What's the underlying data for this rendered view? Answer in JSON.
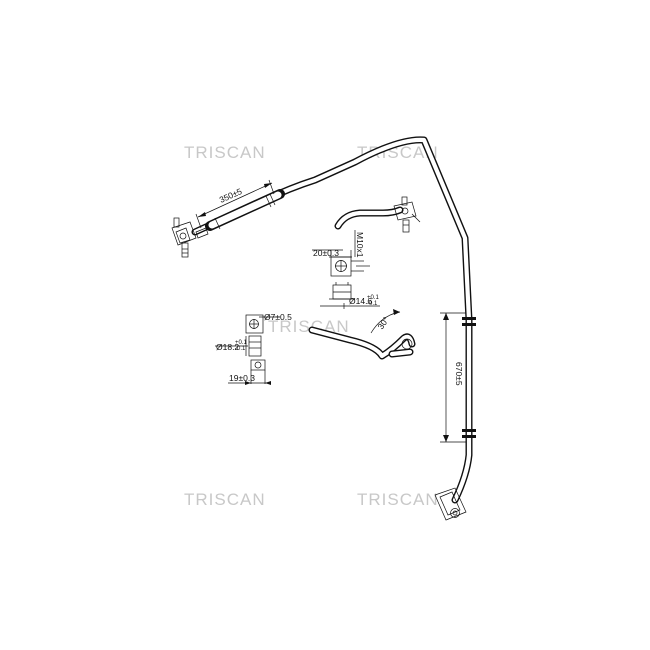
{
  "watermark": {
    "text": "TRISCAN"
  },
  "dimensions": {
    "top_hose_length": "350±5",
    "main_hose_length": "670±5",
    "angle": "30°",
    "fitting_a_size": "20±0.3",
    "fitting_a_thread": "M10x1",
    "fitting_a_diameter": "Ø14.6",
    "fitting_a_tolerance_hi": "+0.1",
    "fitting_a_tolerance_lo": "-0.1",
    "fitting_b_bore": "Ø7±0.5",
    "fitting_b_diameter": "Ø18.2",
    "fitting_b_tolerance_hi": "+0.1",
    "fitting_b_tolerance_lo": "-0.1",
    "fitting_b_size": "19±0.3"
  },
  "colors": {
    "line": "#111111",
    "watermark": "#c8c8c8",
    "background": "#ffffff"
  }
}
